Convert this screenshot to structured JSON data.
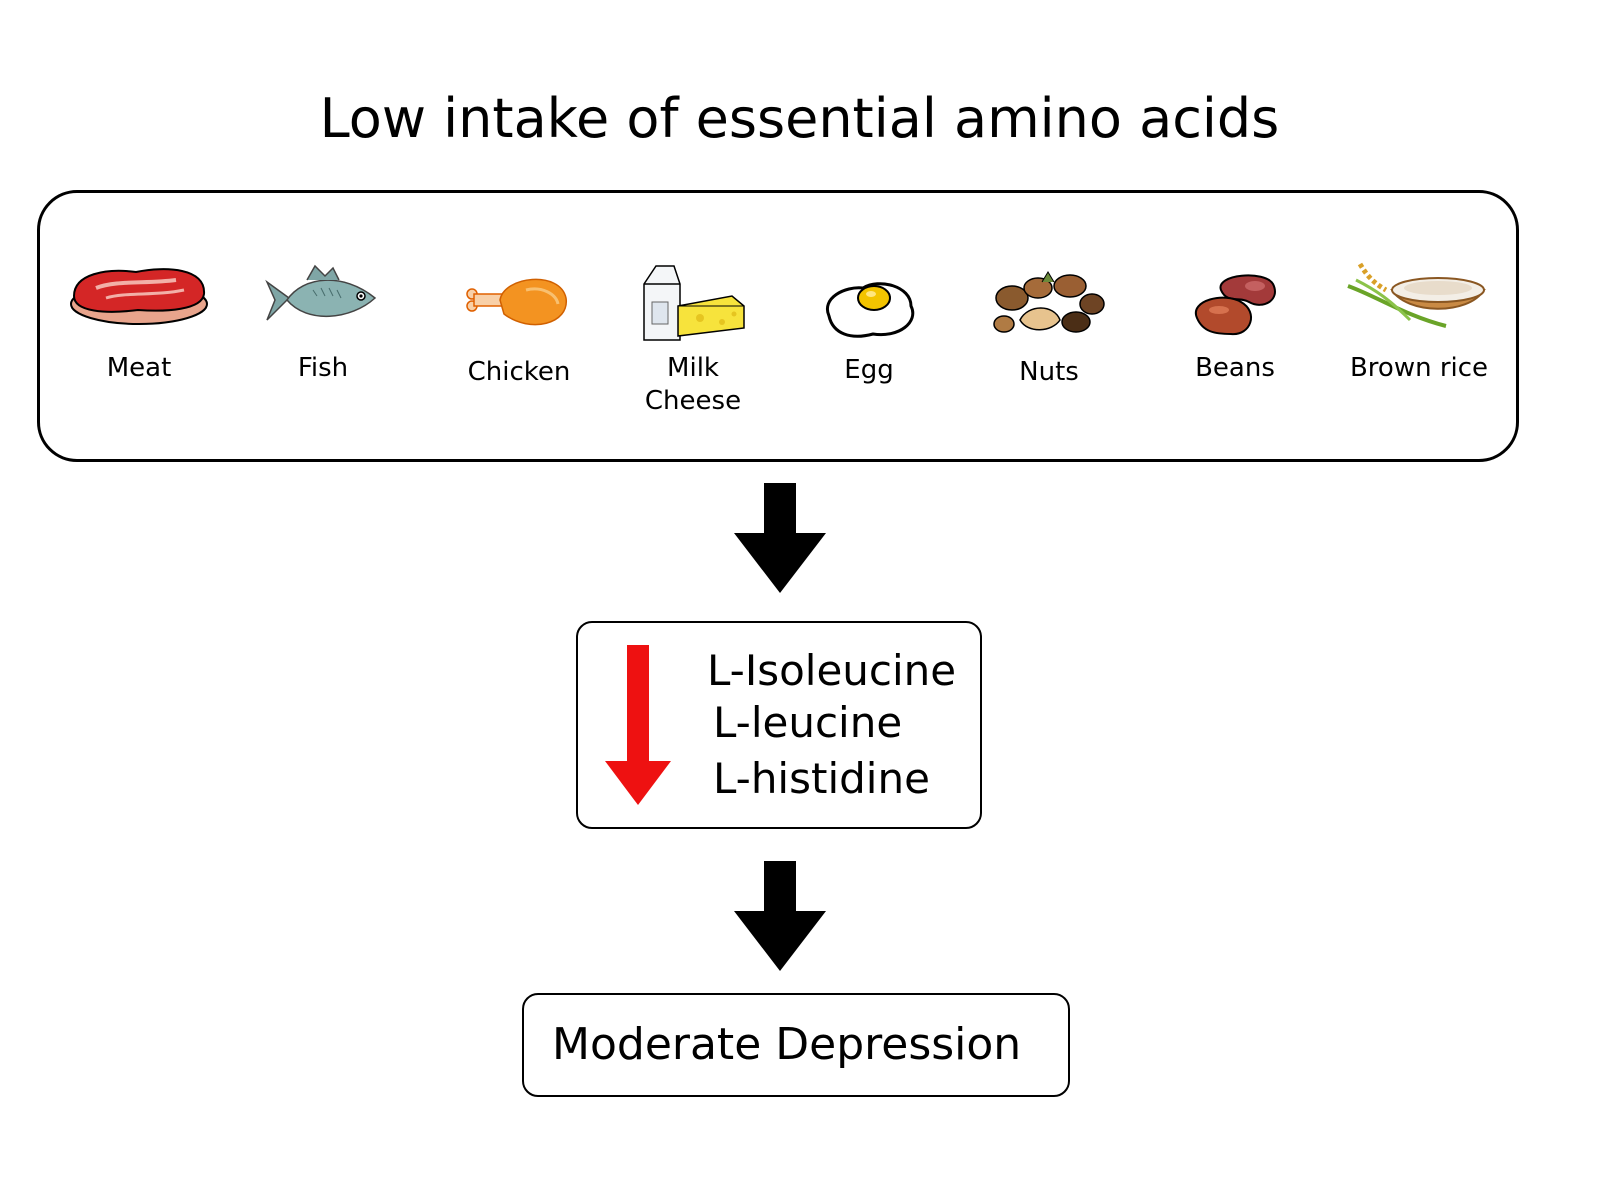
{
  "title": "Low intake of essential amino acids",
  "foods": [
    {
      "label": "Meat",
      "icon": "meat-icon"
    },
    {
      "label": "Fish",
      "icon": "fish-icon"
    },
    {
      "label": "Chicken",
      "icon": "chicken-icon"
    },
    {
      "label_line1": "Milk",
      "label_line2": "Cheese",
      "icon": "milk-cheese-icon"
    },
    {
      "label": "Egg",
      "icon": "egg-icon"
    },
    {
      "label": "Nuts",
      "icon": "nuts-icon"
    },
    {
      "label": "Beans",
      "icon": "beans-icon"
    },
    {
      "label": "Brown rice",
      "icon": "brown-rice-icon"
    }
  ],
  "amino_acids": [
    "L-Isoleucine",
    "L-leucine",
    "L-histidine"
  ],
  "outcome": "Moderate Depression",
  "colors": {
    "flow_arrow": "#000000",
    "decrease_arrow": "#ee1111"
  }
}
